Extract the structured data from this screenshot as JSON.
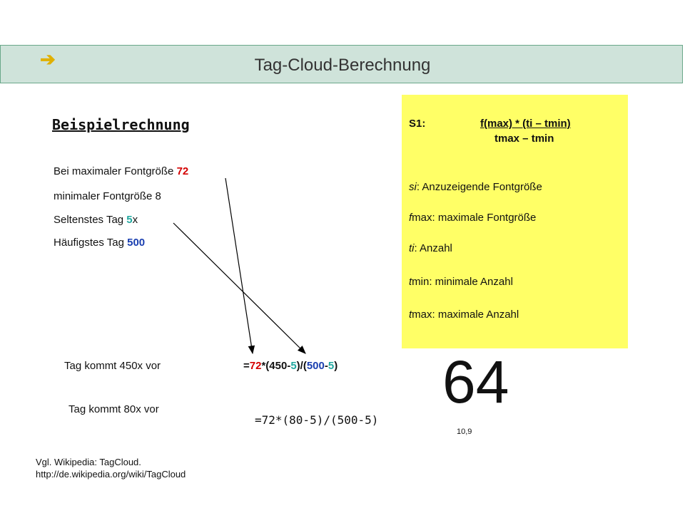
{
  "header": {
    "arrow_glyph": "➔",
    "title": "Tag-Cloud-Berechnung"
  },
  "example": {
    "heading": "Beispielrechnung",
    "max_font_label": "Bei maximaler Fontgröße ",
    "max_font_value": "72",
    "min_font_text": "minimaler Fontgröße 8",
    "rarest_label": "Seltenstes Tag ",
    "rarest_value": "5",
    "rarest_suffix": "x",
    "most_label": "Häufigstes Tag ",
    "most_value": "500"
  },
  "calculation": {
    "row1_label": "Tag kommt 450x vor",
    "row1_formula": {
      "p1": "=",
      "v1": "72",
      "p2": "*(450-",
      "v2": "5",
      "p3": ")/(",
      "v3": "500",
      "p4": "-",
      "v4": "5",
      "p5": ")"
    },
    "row1_result": "64",
    "row2_label": "Tag kommt 80x vor",
    "row2_formula": "=72*(80-5)/(500-5)",
    "row2_result": "10,9"
  },
  "formula_box": {
    "name": "S1:",
    "numerator": "f(max) * (ti – tmin)",
    "denominator": "tmax – tmin",
    "definitions": [
      {
        "sym": "si",
        "text": ": Anzuzeigende Fontgröße"
      },
      {
        "sym": "f",
        "text": "max: maximale Fontgröße"
      },
      {
        "sym": "ti",
        "text": ": Anzahl"
      },
      {
        "sym": "t",
        "text": "min: minimale Anzahl"
      },
      {
        "sym": "t",
        "text": "max: maximale Anzahl"
      }
    ]
  },
  "source": {
    "line1": "Vgl. Wikipedia: TagCloud.",
    "line2": "http://de.wikipedia.org/wiki/TagCloud"
  },
  "colors": {
    "title_bar_bg": "#cfe3da",
    "box_bg": "#ffff66",
    "accent_red": "#d40000",
    "accent_teal": "#22a8a0",
    "accent_blue": "#1a3fb0"
  }
}
